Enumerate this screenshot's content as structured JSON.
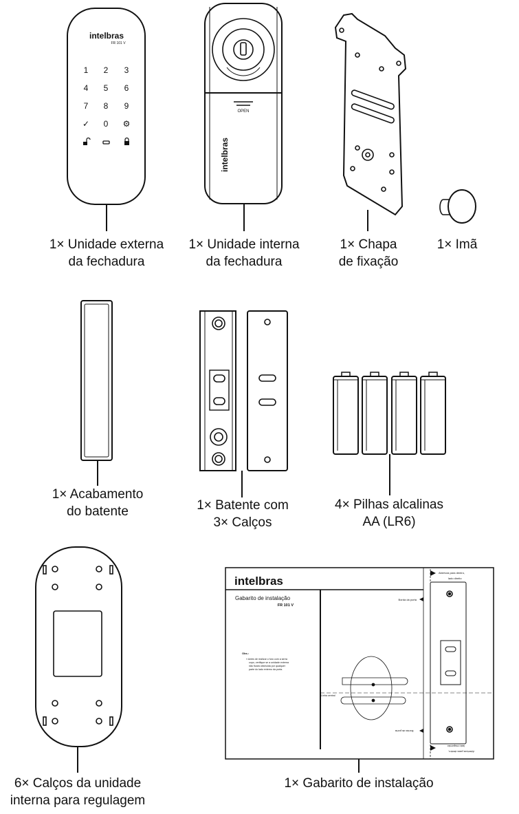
{
  "items": [
    {
      "line1": "1× Unidade externa",
      "line2": "da fechadura"
    },
    {
      "line1": "1× Unidade interna",
      "line2": "da fechadura"
    },
    {
      "line1": "1× Chapa",
      "line2": "de fixação"
    },
    {
      "line1": "1× Imã",
      "line2": ""
    },
    {
      "line1": "1× Acabamento",
      "line2": "do batente"
    },
    {
      "line1": "1× Batente com",
      "line2": "3× Calços"
    },
    {
      "line1": "4× Pilhas alcalinas",
      "line2": "AA (LR6)"
    },
    {
      "line1": "6× Calços da unidade",
      "line2": "interna para regulagem"
    },
    {
      "line1": "1× Gabarito de instalação",
      "line2": ""
    }
  ],
  "external_unit": {
    "brand": "intelbras",
    "model": "FR 101 V",
    "keys": [
      "1",
      "2",
      "3",
      "4",
      "5",
      "6",
      "7",
      "8",
      "9",
      "✓",
      "0",
      "⚙"
    ],
    "icons": [
      "unlock-icon",
      "card-icon",
      "lock-icon"
    ]
  },
  "internal_unit": {
    "brand": "intelbras",
    "switch_label": "OPEN"
  },
  "template": {
    "brand": "intelbras",
    "title": "Gabarito de instalação",
    "model": "FR 101 V",
    "obs_title": "Obs.:",
    "obs_lines": [
      "» Antes de realizar o furo com a serra",
      "copo, verifique se a unidade externa",
      "não ficará obstruída por qualquer",
      "parte do lado externo da porta."
    ],
    "door_edge": "Borda da porta",
    "center_line": "Linha central",
    "opening_right_1": "Abertura para dentro,",
    "opening_right_2": "lado direito",
    "opening_left_1": "Abertura para dentro,",
    "opening_left_2": "lado esquerdo"
  }
}
